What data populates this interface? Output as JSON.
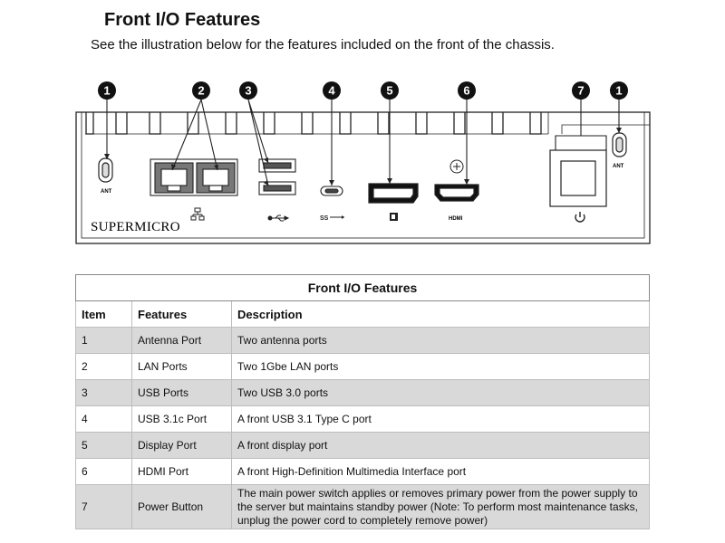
{
  "document": {
    "heading": "Front I/O Features",
    "intro": "See the illustration below for the features included on the front of the chassis."
  },
  "illustration": {
    "callouts": [
      "1",
      "2",
      "3",
      "4",
      "5",
      "6",
      "7",
      "1"
    ],
    "brand": "SUPERMICRO",
    "labels": {
      "ant_left": "ANT",
      "ant_right": "ANT",
      "hdmi": "HDMI"
    },
    "icons": [
      "antenna-port-icon",
      "lan-network-icon",
      "usb-icon",
      "usb3-superspeed-icon",
      "displayport-icon",
      "hdmi-icon",
      "power-icon"
    ]
  },
  "table": {
    "caption": "Front I/O Features",
    "headers": [
      "Item",
      "Features",
      "Description"
    ],
    "rows": [
      {
        "item": "1",
        "feature": "Antenna Port",
        "description": "Two antenna ports"
      },
      {
        "item": "2",
        "feature": "LAN Ports",
        "description": "Two 1Gbe LAN ports"
      },
      {
        "item": "3",
        "feature": "USB Ports",
        "description": "Two USB 3.0 ports"
      },
      {
        "item": "4",
        "feature": "USB 3.1c Port",
        "description": "A front USB 3.1 Type C port"
      },
      {
        "item": "5",
        "feature": "Display Port",
        "description": "A front display port"
      },
      {
        "item": "6",
        "feature": "HDMI Port",
        "description": "A front High-Definition Multimedia Interface port"
      },
      {
        "item": "7",
        "feature": "Power Button",
        "description": "The main power switch applies or removes primary power from the power supply to the server but maintains standby power (Note: To perform most maintenance tasks, unplug the power cord to completely remove power)"
      }
    ]
  }
}
